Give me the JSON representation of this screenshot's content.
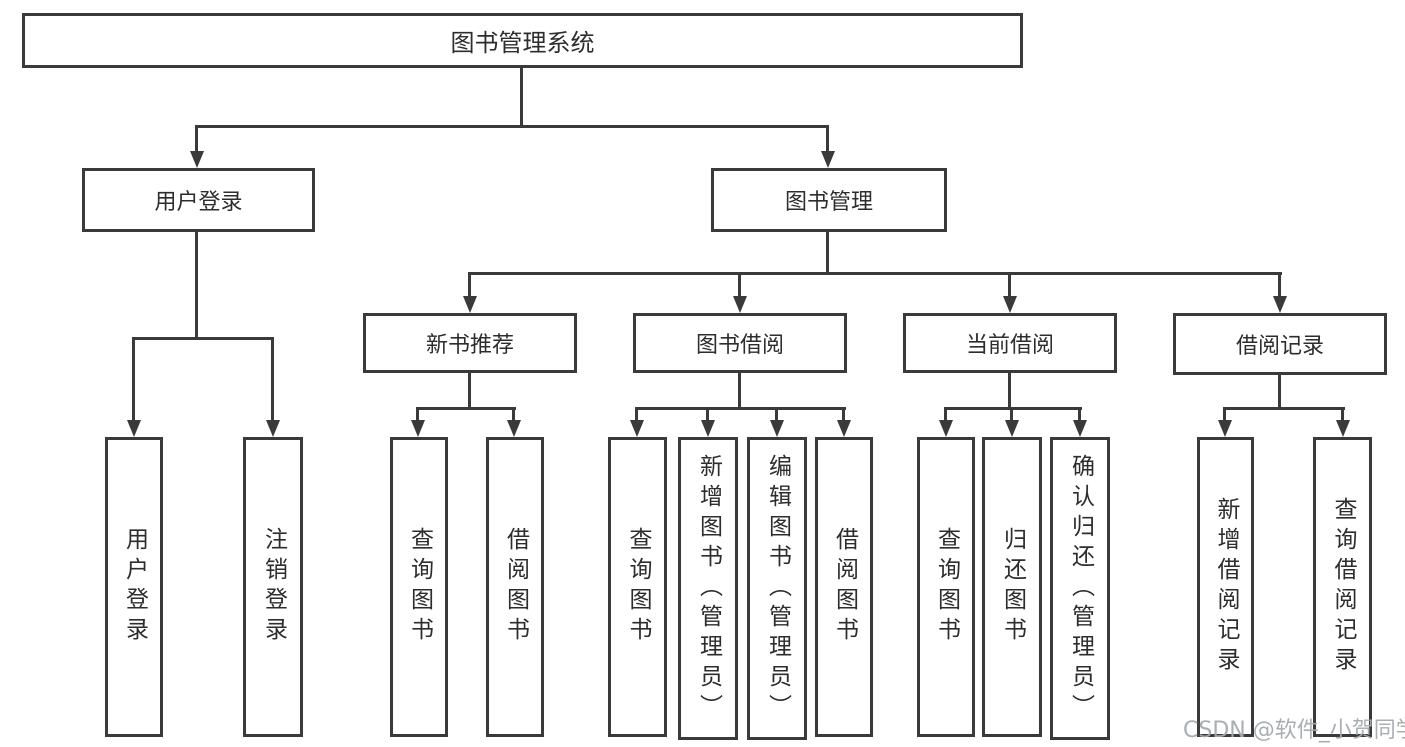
{
  "title": "图书管理系统",
  "watermark": {
    "text": "CSDN @软件_小贺同学"
  },
  "colors": {
    "background": "#ffffff",
    "box_fill": "#ffffff",
    "box_border": "#3a3a3a",
    "line": "#3a3a3a",
    "text": "#2d2d2d",
    "watermark": "#a5aaaf"
  },
  "tree": {
    "label": "图书管理系统",
    "children": [
      {
        "label": "用户登录",
        "children": [
          {
            "label": "用户登录"
          },
          {
            "label": "注销登录"
          }
        ]
      },
      {
        "label": "图书管理",
        "children": [
          {
            "label": "新书推荐",
            "children": [
              {
                "label": "查询图书"
              },
              {
                "label": "借阅图书"
              }
            ]
          },
          {
            "label": "图书借阅",
            "children": [
              {
                "label": "查询图书"
              },
              {
                "label": "新增图书（管理员）"
              },
              {
                "label": "编辑图书（管理员）"
              },
              {
                "label": "借阅图书"
              }
            ]
          },
          {
            "label": "当前借阅",
            "children": [
              {
                "label": "查询图书"
              },
              {
                "label": "归还图书"
              },
              {
                "label": "确认归还（管理员）"
              }
            ]
          },
          {
            "label": "借阅记录",
            "children": [
              {
                "label": "新增借阅记录"
              },
              {
                "label": "查询借阅记录"
              }
            ]
          }
        ]
      }
    ]
  }
}
